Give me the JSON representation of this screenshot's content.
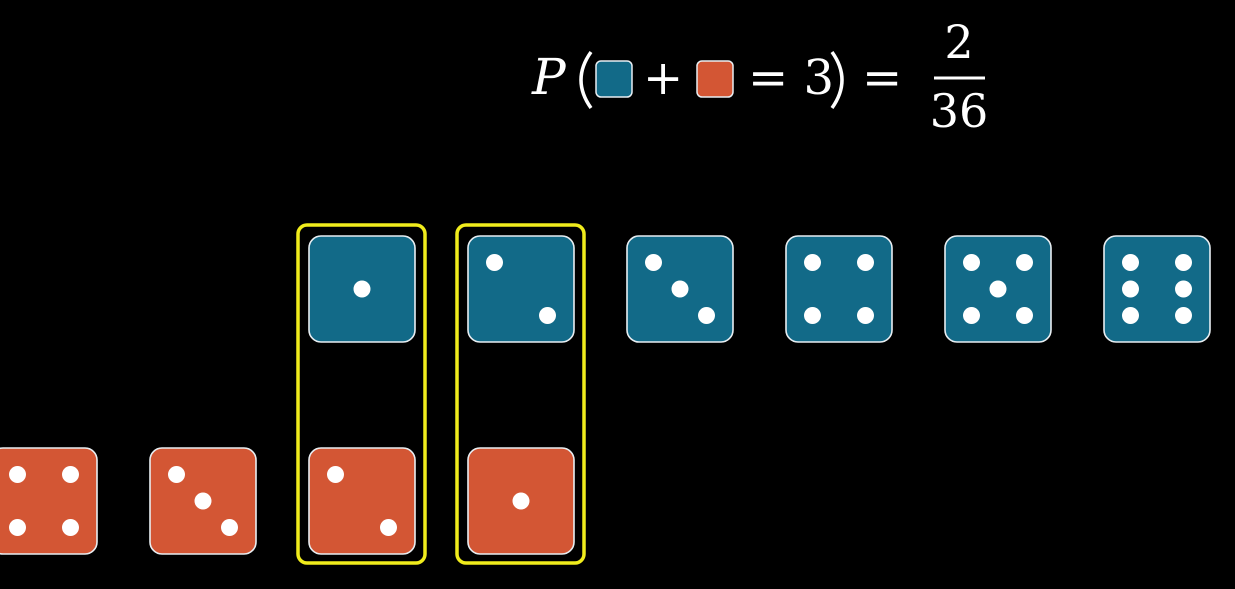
{
  "formula": {
    "prefix": "P",
    "plus": "+",
    "equals_three": "= 3",
    "equals": "=",
    "numerator": "2",
    "denominator": "36"
  },
  "colors": {
    "background": "#000000",
    "blue_die": "#126a88",
    "orange_die": "#d35634",
    "die_border": "#e8eef2",
    "pip": "#ffffff",
    "highlight": "#f0ec1c"
  },
  "blue_row": [
    1,
    2,
    3,
    4,
    5,
    6
  ],
  "orange_row": [
    4,
    3,
    2,
    1
  ],
  "highlighted_pairs": [
    {
      "blue": 1,
      "orange": 2
    },
    {
      "blue": 2,
      "orange": 1
    }
  ]
}
